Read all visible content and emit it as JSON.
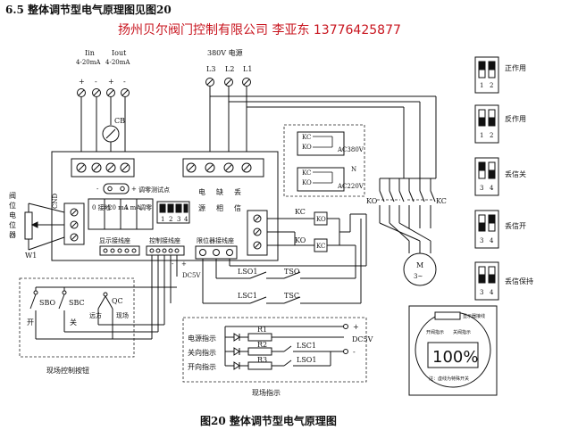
{
  "header": {
    "section_title": "6.5  整体调节型电气原理图见图20",
    "company_line": "扬州贝尔阀门控制有限公司 李亚东 13776425877"
  },
  "signals": {
    "iin_name": "Iin",
    "iin_range": "4-20mA",
    "iout_name": "Iout",
    "iout_range": "4-20mA",
    "plus": "+",
    "minus": "-",
    "cb_label": "CB"
  },
  "power": {
    "supply_label": "380V 电源",
    "phases": [
      "L3",
      "L2",
      "L1"
    ]
  },
  "board": {
    "zero_test_label": "调零测试点",
    "zero_test_minus": "-",
    "zero_test_plus": "+",
    "cells": [
      "0 接地",
      "20 mA",
      "4 mA",
      "调零"
    ],
    "dip_numbers": [
      "1",
      "2",
      "3",
      "4"
    ],
    "top_labels": [
      "电",
      "缺",
      "丢"
    ],
    "bottom_labels": [
      "源",
      "相",
      "信"
    ],
    "cnd_label": "CND",
    "pot_label": "阀位电位器",
    "pot_name": "W1",
    "display_conn": "显示接线座",
    "control_conn": "控制接线座",
    "limit_conn": "限位器接线座",
    "dc5v": "DC5V",
    "dc5v_plus": "+",
    "dc5v_minus": "-"
  },
  "contactors": {
    "kc": "KC",
    "ko": "KO",
    "motor": "M",
    "motor_sub": "3~"
  },
  "relay_box": {
    "ac380": "AC380V",
    "ac220": "AC220V",
    "n_label": "N",
    "kc": "KC",
    "ko": "KO"
  },
  "limits": {
    "lso1": "LSO1",
    "tso": "TSO",
    "lsc1": "LSC1",
    "tsc": "TSC"
  },
  "local_panel": {
    "sbo": "SBO",
    "sbc": "SBC",
    "qc": "QC",
    "open": "开",
    "close": "关",
    "remote": "远方",
    "local": "现场",
    "caption": "现场控制按钮"
  },
  "indicators": {
    "power": "电源指示",
    "close": "关向指示",
    "open": "开向指示",
    "resistors": [
      "R1",
      "R2",
      "R3"
    ],
    "lsc1": "LSC1",
    "lso1": "LSO1",
    "dc5v": "DC5V",
    "plus": "+",
    "minus": "-",
    "caption": "现场指示"
  },
  "modes": [
    {
      "label": "正作用",
      "nums": [
        "1",
        "2"
      ]
    },
    {
      "label": "反作用",
      "nums": [
        "1",
        "2"
      ]
    },
    {
      "label": "丢信关",
      "nums": [
        "3",
        "4"
      ]
    },
    {
      "label": "丢信开",
      "nums": [
        "3",
        "4"
      ]
    },
    {
      "label": "丢信保持",
      "nums": [
        "3",
        "4"
      ]
    }
  ],
  "meter": {
    "title": "显示器接线",
    "open_left": "开阀指示",
    "open_right": "关阀指示",
    "value": "100%",
    "note": "注：虚线为特殊开关"
  },
  "figure_caption": "图20  整体调节型电气原理图"
}
